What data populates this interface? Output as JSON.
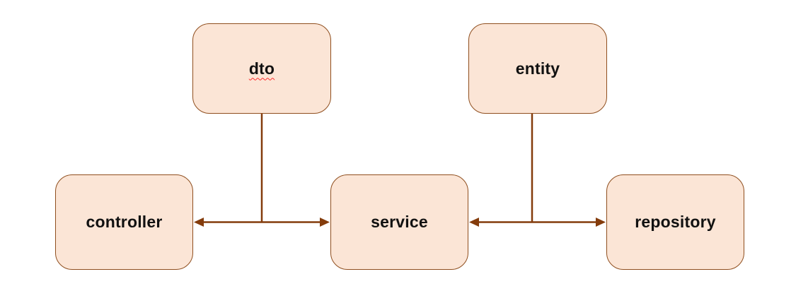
{
  "diagram": {
    "title": "layered architecture diagram",
    "nodes": {
      "dto": {
        "label": "dto",
        "spellcheck_underline": true
      },
      "entity": {
        "label": "entity"
      },
      "controller": {
        "label": "controller"
      },
      "service": {
        "label": "service"
      },
      "repository": {
        "label": "repository"
      }
    },
    "edges": [
      {
        "from": "controller",
        "to": "service",
        "type": "double-arrow",
        "orientation": "horizontal"
      },
      {
        "from": "service",
        "to": "repository",
        "type": "double-arrow",
        "orientation": "horizontal"
      },
      {
        "from": "dto",
        "to": "controller-service-arrow",
        "type": "plain-line",
        "orientation": "vertical"
      },
      {
        "from": "entity",
        "to": "service-repository-arrow",
        "type": "plain-line",
        "orientation": "vertical"
      }
    ],
    "colors": {
      "background": "#ffffff",
      "node_fill": "#fbe5d6",
      "node_border": "#8f4e1e",
      "connector": "#843c0c",
      "label_text": "#111111",
      "spellcheck_underline": "#ff2a2a"
    }
  }
}
